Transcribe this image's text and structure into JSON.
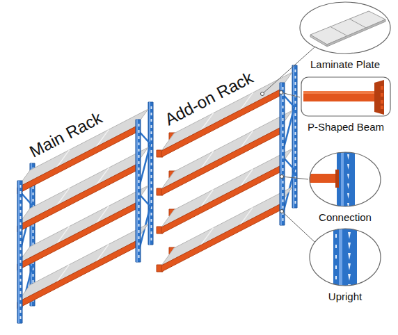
{
  "diagram": {
    "nodes": [
      {
        "text": [
          "Laminate Plate"
        ]
      },
      {
        "text": [
          "P-Shaped Beam"
        ]
      },
      {
        "text": [
          "Connection"
        ]
      },
      {
        "text": [
          "Upright"
        ]
      }
    ],
    "labels": [
      "Main Rack",
      "Add-on Rack"
    ]
  }
}
